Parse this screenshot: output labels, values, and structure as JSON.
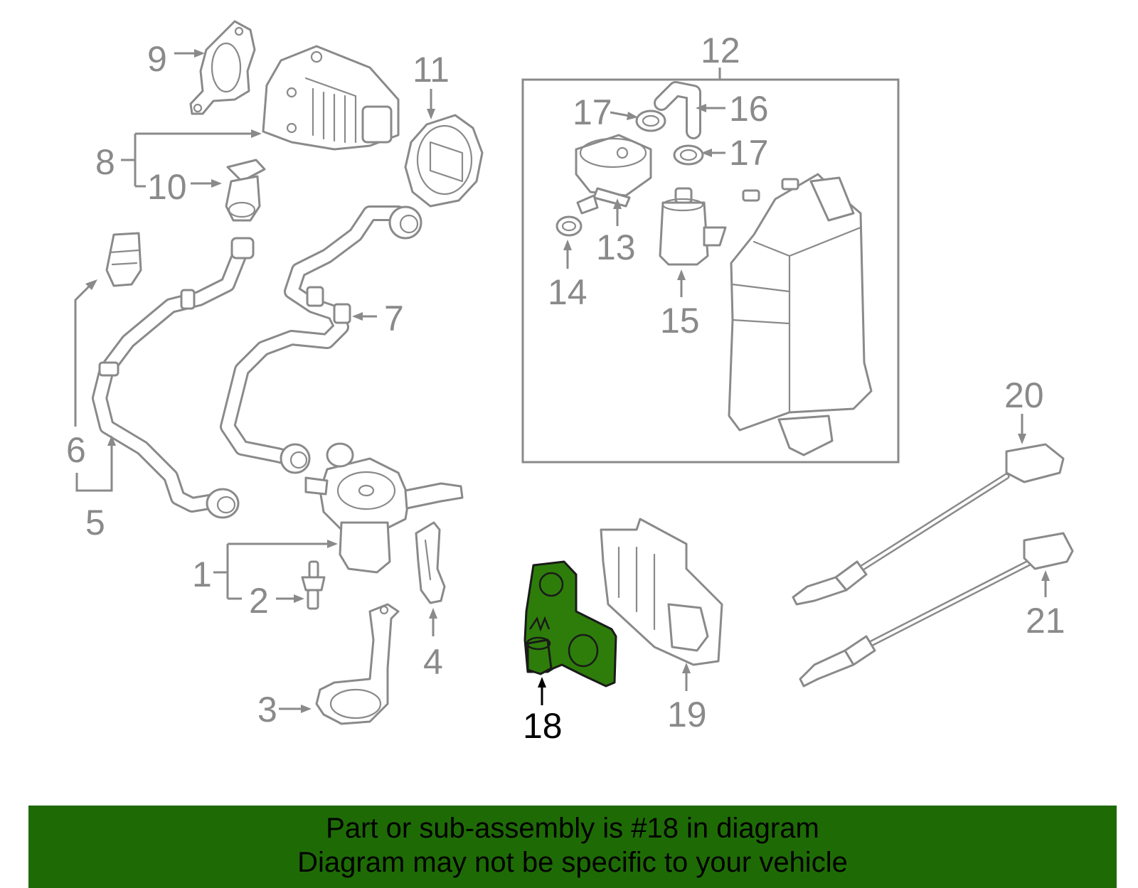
{
  "labels": {
    "p1": "1",
    "p2": "2",
    "p3": "3",
    "p4": "4",
    "p5": "5",
    "p6": "6",
    "p7": "7",
    "p8": "8",
    "p9": "9",
    "p10": "10",
    "p11": "11",
    "p12": "12",
    "p13": "13",
    "p14": "14",
    "p15": "15",
    "p16": "16",
    "p17a": "17",
    "p17b": "17",
    "p18": "18",
    "p19": "19",
    "p20": "20",
    "p21": "21"
  },
  "highlighted_part": "18",
  "highlight_color": "#2e7d0b",
  "banner": {
    "line1": "Part or sub-assembly is #18 in diagram",
    "line2": "Diagram may not be specific to your vehicle",
    "color": "#1e6b06"
  }
}
